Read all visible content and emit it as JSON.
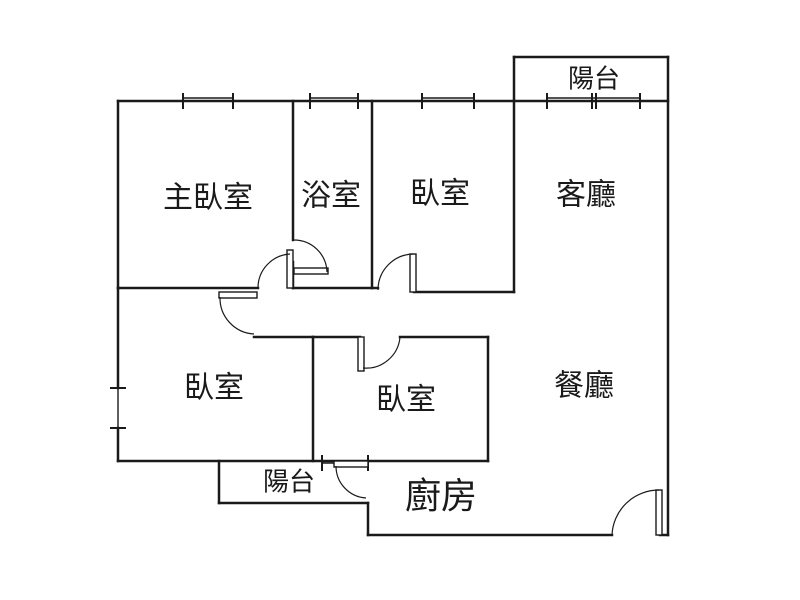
{
  "rooms": {
    "balcony_top": "陽台",
    "master_bedroom": "主臥室",
    "bathroom": "浴室",
    "bedroom_top": "臥室",
    "living_room": "客廳",
    "bedroom_left": "臥室",
    "bedroom_middle": "臥室",
    "dining_room": "餐廳",
    "balcony_bottom": "陽台",
    "kitchen": "廚房"
  }
}
